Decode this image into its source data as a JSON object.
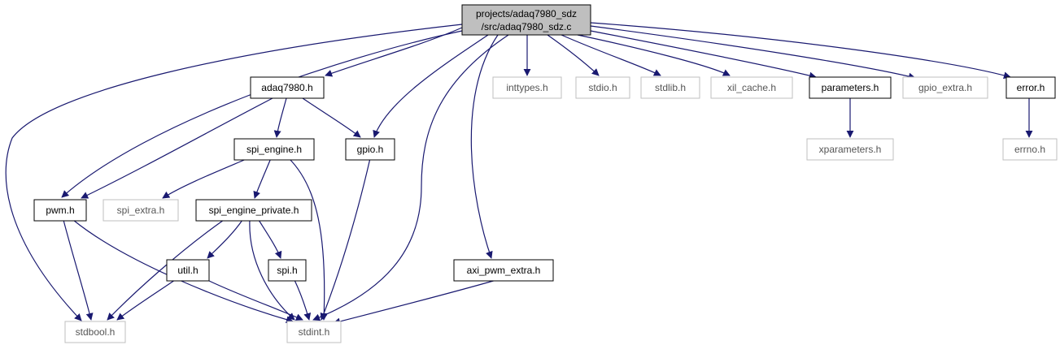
{
  "root": {
    "line1": "projects/adaq7980_sdz",
    "line2": "/src/adaq7980_sdz.c"
  },
  "nodes": {
    "adaq7980": {
      "label": "adaq7980.h",
      "documented": true
    },
    "inttypes": {
      "label": "inttypes.h",
      "documented": false
    },
    "stdio": {
      "label": "stdio.h",
      "documented": false
    },
    "stdlib": {
      "label": "stdlib.h",
      "documented": false
    },
    "xil_cache": {
      "label": "xil_cache.h",
      "documented": false
    },
    "parameters": {
      "label": "parameters.h",
      "documented": true
    },
    "gpio_extra": {
      "label": "gpio_extra.h",
      "documented": false
    },
    "error": {
      "label": "error.h",
      "documented": true
    },
    "spi_engine": {
      "label": "spi_engine.h",
      "documented": true
    },
    "gpio": {
      "label": "gpio.h",
      "documented": true
    },
    "xparameters": {
      "label": "xparameters.h",
      "documented": false
    },
    "errno": {
      "label": "errno.h",
      "documented": false
    },
    "pwm": {
      "label": "pwm.h",
      "documented": true
    },
    "spi_extra": {
      "label": "spi_extra.h",
      "documented": false
    },
    "spi_engine_private": {
      "label": "spi_engine_private.h",
      "documented": true
    },
    "util": {
      "label": "util.h",
      "documented": true
    },
    "spi": {
      "label": "spi.h",
      "documented": true
    },
    "axi_pwm_extra": {
      "label": "axi_pwm_extra.h",
      "documented": true
    },
    "stdbool": {
      "label": "stdbool.h",
      "documented": false
    },
    "stdint": {
      "label": "stdint.h",
      "documented": false
    }
  },
  "edges": [
    [
      "root",
      "adaq7980"
    ],
    [
      "root",
      "inttypes"
    ],
    [
      "root",
      "stdio"
    ],
    [
      "root",
      "stdlib"
    ],
    [
      "root",
      "xil_cache"
    ],
    [
      "root",
      "parameters"
    ],
    [
      "root",
      "gpio_extra"
    ],
    [
      "root",
      "error"
    ],
    [
      "root",
      "gpio"
    ],
    [
      "root",
      "pwm"
    ],
    [
      "root",
      "stdbool"
    ],
    [
      "root",
      "stdint"
    ],
    [
      "root",
      "axi_pwm_extra"
    ],
    [
      "adaq7980",
      "spi_engine"
    ],
    [
      "adaq7980",
      "gpio"
    ],
    [
      "adaq7980",
      "pwm"
    ],
    [
      "spi_engine",
      "spi_extra"
    ],
    [
      "spi_engine",
      "spi_engine_private"
    ],
    [
      "spi_engine",
      "stdint"
    ],
    [
      "spi_engine_private",
      "util"
    ],
    [
      "spi_engine_private",
      "spi"
    ],
    [
      "spi_engine_private",
      "stdbool"
    ],
    [
      "spi_engine_private",
      "stdint"
    ],
    [
      "util",
      "stdbool"
    ],
    [
      "util",
      "stdint"
    ],
    [
      "spi",
      "stdint"
    ],
    [
      "pwm",
      "stdbool"
    ],
    [
      "pwm",
      "stdint"
    ],
    [
      "gpio",
      "stdint"
    ],
    [
      "axi_pwm_extra",
      "stdint"
    ],
    [
      "parameters",
      "xparameters"
    ],
    [
      "error",
      "errno"
    ]
  ],
  "colors": {
    "edge": "#191970",
    "root_fill": "#bfbfbf",
    "documented_border": "#000000",
    "undocumented_border": "#bfbfbf",
    "documented_text": "#000000",
    "undocumented_text": "#555555"
  }
}
